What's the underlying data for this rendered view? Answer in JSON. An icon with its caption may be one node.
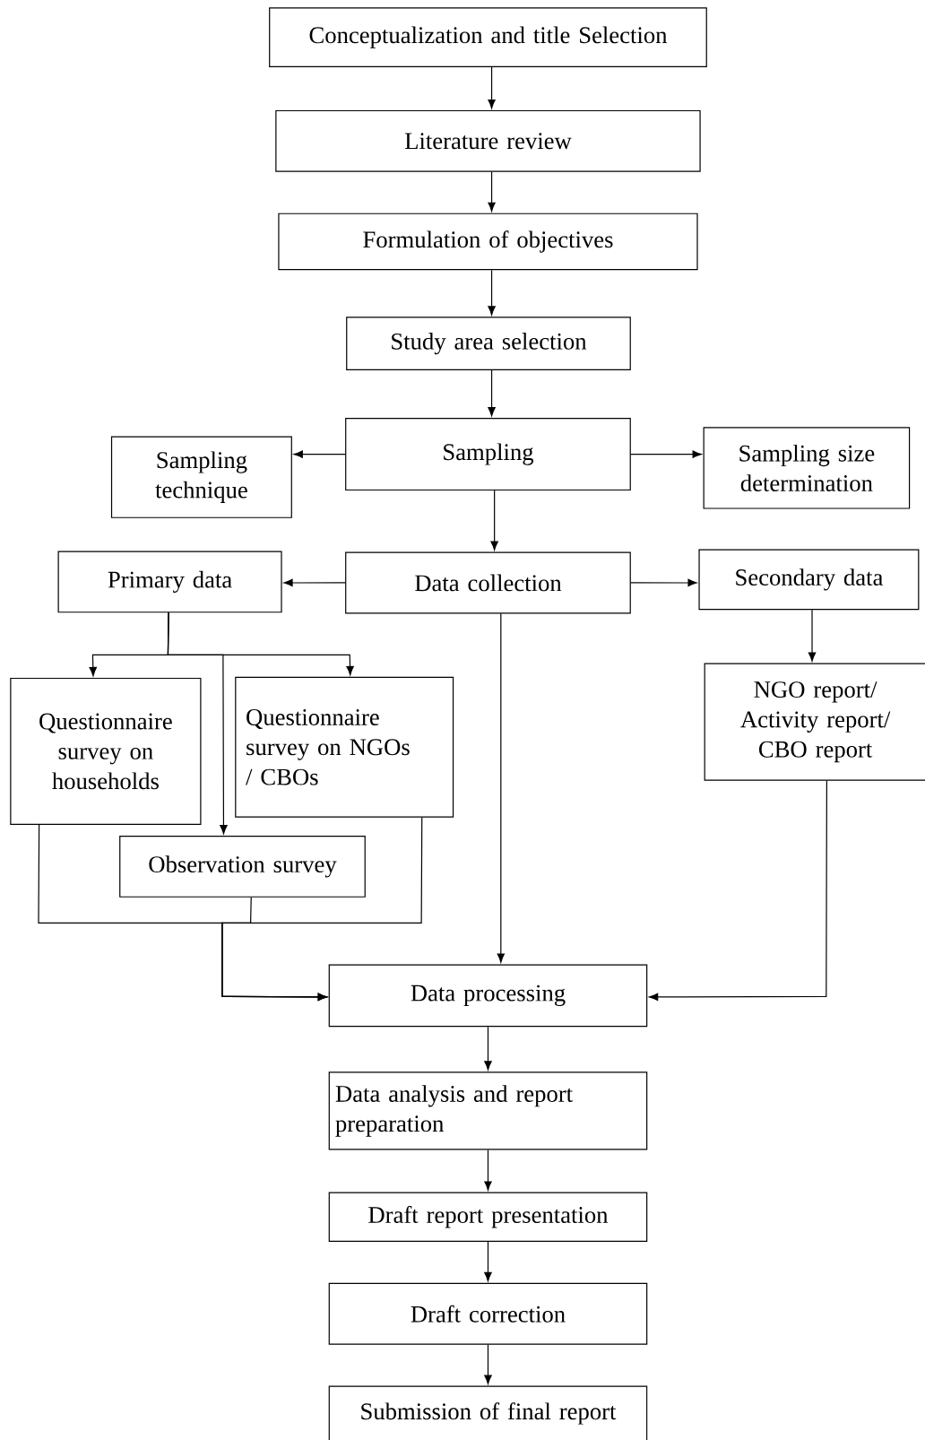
{
  "diagram": {
    "nodes": [
      {
        "text": [
          "Conceptualization and title Selection"
        ]
      },
      {
        "text": [
          "Literature review"
        ]
      },
      {
        "text": [
          "Formulation of objectives"
        ]
      },
      {
        "text": [
          "Study area selection"
        ]
      },
      {
        "text": [
          "Sampling"
        ]
      },
      {
        "text": [
          "Sampling technique"
        ]
      },
      {
        "text": [
          "Sampling size determination"
        ]
      },
      {
        "text": [
          "Primary data"
        ]
      },
      {
        "text": [
          "Data collection"
        ]
      },
      {
        "text": [
          "Secondary data"
        ]
      },
      {
        "text": [
          "Questionnaire survey on households"
        ]
      },
      {
        "text": [
          "Questionnaire survey on NGOs / CBOs"
        ]
      },
      {
        "text": [
          "Observation survey"
        ]
      },
      {
        "text": [
          "NGO report/ Activity report/ CBO report"
        ]
      },
      {
        "text": [
          "Data processing"
        ]
      },
      {
        "text": [
          "Data analysis and report preparation"
        ]
      },
      {
        "text": [
          "Draft report presentation"
        ]
      },
      {
        "text": [
          "Draft correction"
        ]
      },
      {
        "text": [
          "Submission of final report"
        ]
      }
    ],
    "edges": [
      {
        "from": 0,
        "to": 1,
        "arrow": "to"
      },
      {
        "from": 1,
        "to": 2,
        "arrow": "to"
      },
      {
        "from": 2,
        "to": 3,
        "arrow": "to"
      },
      {
        "from": 3,
        "to": 4,
        "arrow": "to"
      },
      {
        "from": 4,
        "to": 5,
        "arrow": "to"
      },
      {
        "from": 4,
        "to": 6,
        "arrow": "to"
      },
      {
        "from": 4,
        "to": 8,
        "arrow": "to"
      },
      {
        "from": 8,
        "to": 7,
        "arrow": "to"
      },
      {
        "from": 8,
        "to": 9,
        "arrow": "to"
      },
      {
        "from": 8,
        "to": 14,
        "arrow": "to"
      },
      {
        "from": 7,
        "to": 10,
        "arrow": "to"
      },
      {
        "from": 7,
        "to": 11,
        "arrow": "to"
      },
      {
        "from": 7,
        "to": 12,
        "arrow": "to"
      },
      {
        "from": 10,
        "to": 14,
        "arrow": "to"
      },
      {
        "from": 12,
        "to": 14,
        "arrow": "to"
      },
      {
        "from": 11,
        "to": 14,
        "arrow": "to"
      },
      {
        "from": 9,
        "to": 13,
        "arrow": "to"
      },
      {
        "from": 13,
        "to": 14,
        "arrow": "to"
      },
      {
        "from": 14,
        "to": 15,
        "arrow": "to"
      },
      {
        "from": 15,
        "to": 16,
        "arrow": "to"
      },
      {
        "from": 16,
        "to": 17,
        "arrow": "to"
      },
      {
        "from": 17,
        "to": 18,
        "arrow": "to"
      }
    ]
  }
}
